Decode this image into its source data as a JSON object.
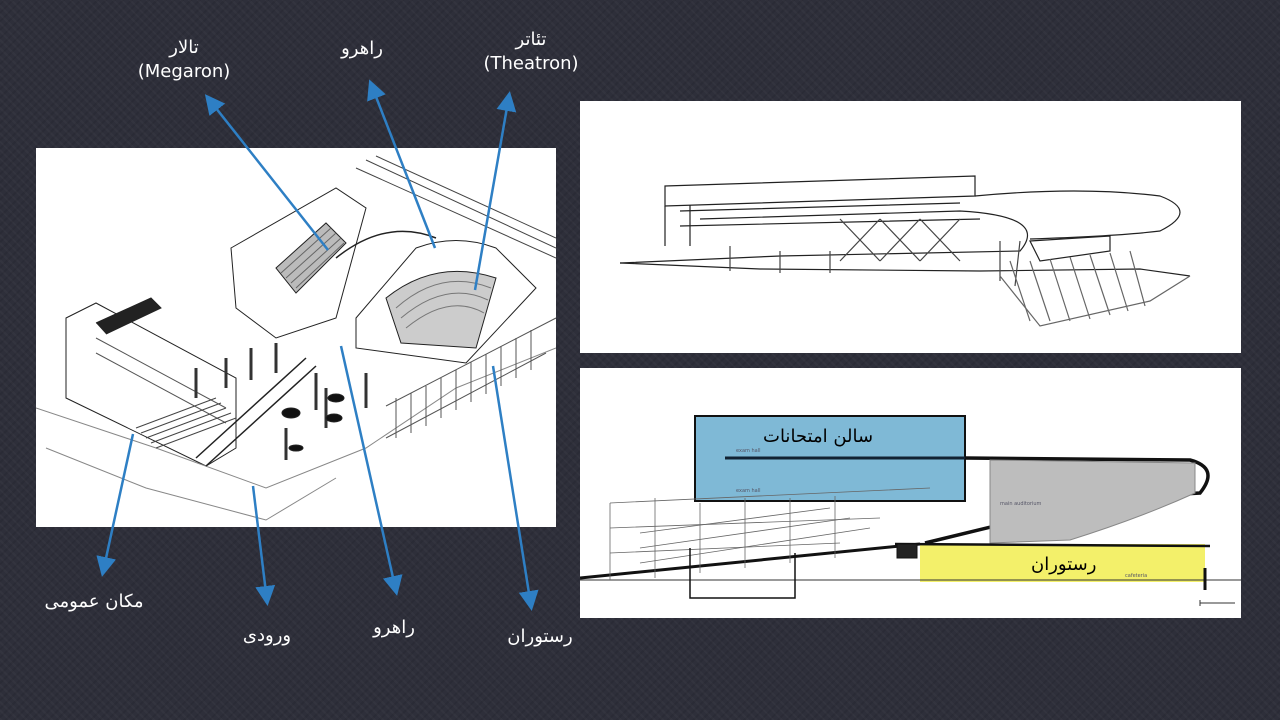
{
  "colors": {
    "background": "#2e2f3a",
    "arrow": "#2e7fc4",
    "exam_hall_highlight": "#7fb9d6",
    "restaurant_highlight": "#f3f06a"
  },
  "labels": {
    "megaron": {
      "fa": "تالار",
      "en": "(Megaron)"
    },
    "corridor_top": "راهرو",
    "theatron": {
      "fa": "تئاتر",
      "en": "(Theatron)"
    },
    "public_space": "مکان عمومی",
    "entrance": "ورودی",
    "corridor_bottom": "راهرو",
    "restaurant_bottom": "رستوران"
  },
  "section": {
    "exam_hall": "سالن امتحانات",
    "restaurant": "رستوران",
    "small_labels": [
      "exam hall",
      "exam hall",
      "main auditorium",
      "cafeteria"
    ]
  }
}
